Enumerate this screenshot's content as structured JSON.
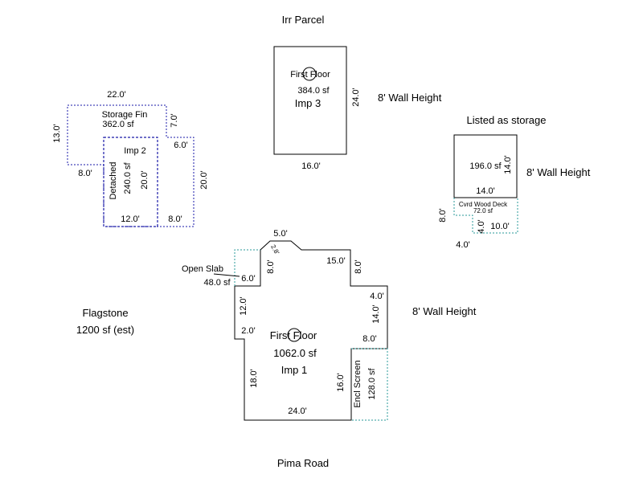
{
  "labels": {
    "irr_parcel": "Irr Parcel",
    "pima_road": "Pima Road",
    "listed_storage": "Listed as storage",
    "wall_height": "8' Wall Height",
    "flagstone": "Flagstone",
    "flagstone_area": "1200 sf  (est)"
  },
  "imp3": {
    "first_floor": "First Floor",
    "area": "384.0 sf",
    "name": "Imp 3",
    "dim_right": "24.0'",
    "dim_bottom": "16.0'"
  },
  "imp2": {
    "storage_fin": "Storage Fin",
    "storage_area": "362.0 sf",
    "dim_top": "22.0'",
    "dim_left": "13.0'",
    "dim_right_top": "7.0'",
    "dim_6": "6.0'",
    "dim_8_left": "8.0'",
    "name": "Imp 2",
    "detached": "Detached",
    "detached_area": "240.0 sf",
    "dim_20_inner": "20.0'",
    "dim_20_outer": "20.0'",
    "dim_12": "12.0'",
    "dim_8_bottom": "8.0'"
  },
  "storage_bldg": {
    "area": "196.0 sf",
    "dim_right": "14.0'",
    "dim_bottom": "14.0'",
    "deck": "Cvrd Wood Deck",
    "deck_area": "72.0 sf",
    "dim_8_left": "8.0'",
    "dim_4_v": "4.0'",
    "dim_10": "10.0'",
    "dim_4_bottom": "4.0'"
  },
  "imp1": {
    "first_floor": "First Floor",
    "area": "1062.0 sf",
    "name": "Imp 1",
    "open_slab": "Open Slab",
    "open_slab_area": "48.0 sf",
    "d_5": "5.0'",
    "d_28": "2.8'",
    "d_8_a": "8.0'",
    "d_15": "15.0'",
    "d_8_b": "8.0'",
    "d_6": "6.0'",
    "d_4": "4.0'",
    "d_12": "12.0'",
    "d_14": "14.0'",
    "d_2": "2.0'",
    "d_8_c": "8.0'",
    "d_18": "18.0'",
    "d_16": "16.0'",
    "d_24": "24.0'",
    "encl_screen": "Encl Screen",
    "encl_area": "128.0 sf"
  },
  "colors": {
    "line": "#000000",
    "detached": "#1a1aa8",
    "deck": "#2a9a9a"
  }
}
